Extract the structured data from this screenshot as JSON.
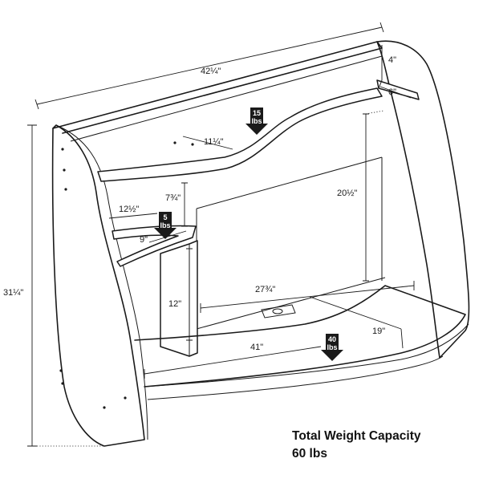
{
  "dimensions": {
    "overall_width": "42¼\"",
    "top_height": "4\"",
    "top_depth": "6\"",
    "upper_shelf_depth": "11¼\"",
    "back_opening_height": "20½\"",
    "side_shelf_gap": "7¾\"",
    "side_shelf_width": "12½\"",
    "side_shelf_depth": "9\"",
    "overall_height": "31¼\"",
    "lower_side_height": "12\"",
    "inner_width": "27¾\"",
    "desk_depth": "19\"",
    "desk_width": "41\""
  },
  "load_badges": {
    "top_shelf": {
      "value": "15",
      "unit": "lbs"
    },
    "side_shelf": {
      "value": "5",
      "unit": "lbs"
    },
    "desk": {
      "value": "40",
      "unit": "lbs"
    }
  },
  "capacity": {
    "line1": "Total Weight Capacity",
    "line2": "60 lbs"
  },
  "colors": {
    "line": "#1a1a1a",
    "arrow_fill": "#1a1a1a",
    "background": "#ffffff"
  },
  "icons": [
    "down-arrow-icon"
  ]
}
